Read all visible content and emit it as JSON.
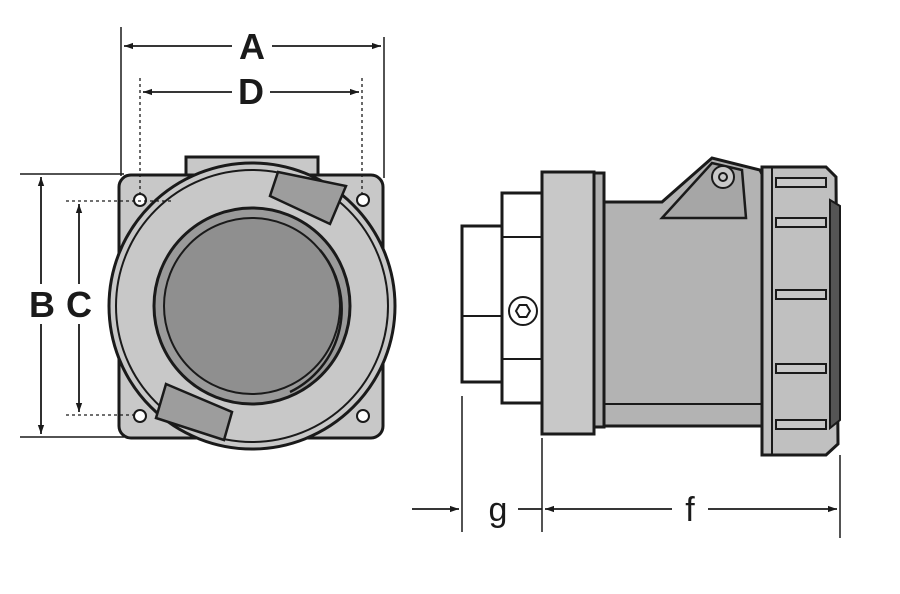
{
  "dimensions": {
    "a": "A",
    "d": "D",
    "b": "B",
    "c": "C",
    "g": "g",
    "f": "f"
  },
  "colors": {
    "outline": "#1a1a1a",
    "body_light": "#c8c8c8",
    "body_mid": "#a9a9a9",
    "body_dark": "#8f8f8f",
    "background": "#ffffff"
  }
}
